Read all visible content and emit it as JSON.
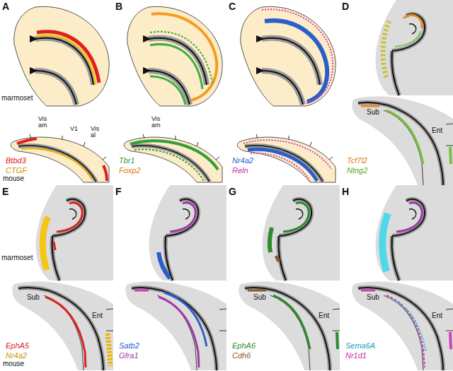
{
  "diagram": {
    "labels": [
      "A",
      "marmoset",
      "Vis am",
      "V1",
      "Vis al",
      "Btbd3",
      "CTGF",
      "mouse",
      "B",
      "Vis am",
      "Tbr1",
      "Foxp2",
      "C",
      "Nr4a2",
      "Reln",
      "D",
      "Sub",
      "Tcf7l2",
      "Ntng2",
      "Ent",
      "E",
      "marmoset",
      "Sub",
      "EphA5",
      "Nr4a2",
      "Ent",
      "mouse",
      "F",
      "Satb2",
      "Gfra1",
      "G",
      "Sub",
      "EphA6",
      "Cdh6",
      "Ent",
      "H",
      "Sub",
      "Sema6A",
      "Nr1d1",
      "Ent"
    ]
  }
}
